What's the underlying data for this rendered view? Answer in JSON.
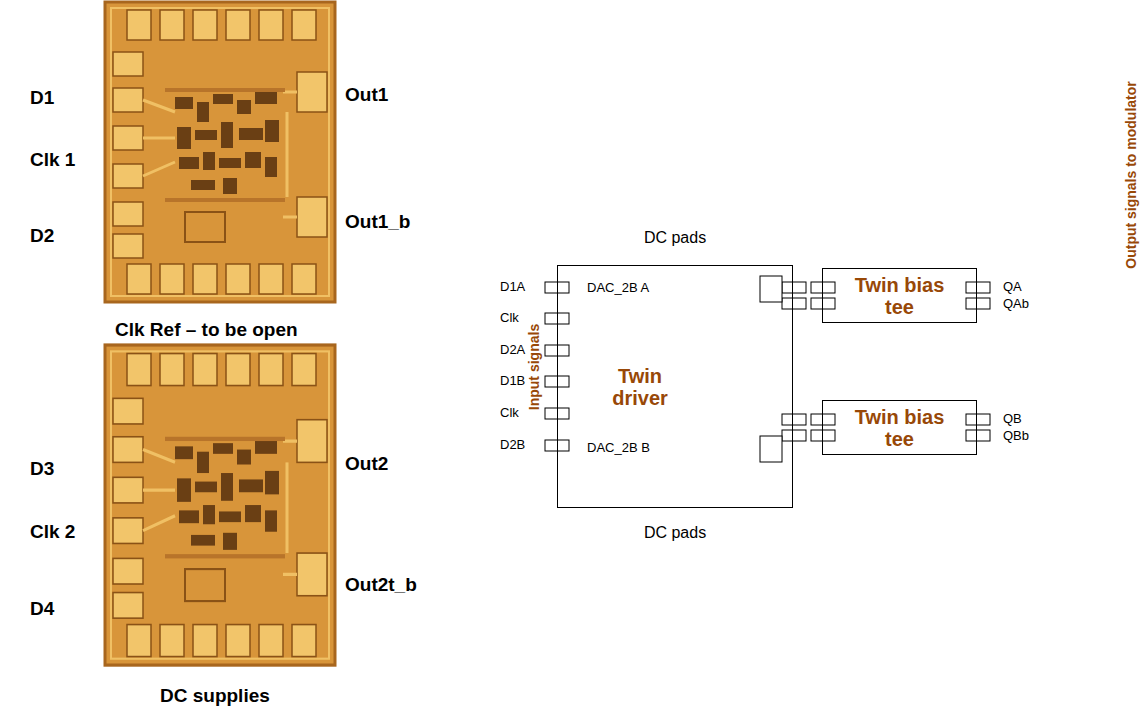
{
  "diagram": {
    "nodes": [
      {
        "text": [
          "Twin driver"
        ]
      },
      {
        "text": [
          "Twin bias tee"
        ]
      },
      {
        "text": [
          "Twin bias tee"
        ]
      }
    ],
    "labels": [
      "D1",
      "Clk 1",
      "D2",
      "Out1",
      "Out1_b",
      "Clk Ref – to be open",
      "D3",
      "Clk 2",
      "D4",
      "Out2",
      "Out2t_b",
      "DC supplies",
      "DC pads",
      "D1A",
      "Clk",
      "D2A",
      "D1B",
      "Clk",
      "D2B",
      "DAC_2B A",
      "DAC_2B B",
      "DC pads",
      "QA",
      "QAb",
      "QB",
      "QBb",
      "Input signals",
      "Output signals to modulator"
    ]
  }
}
